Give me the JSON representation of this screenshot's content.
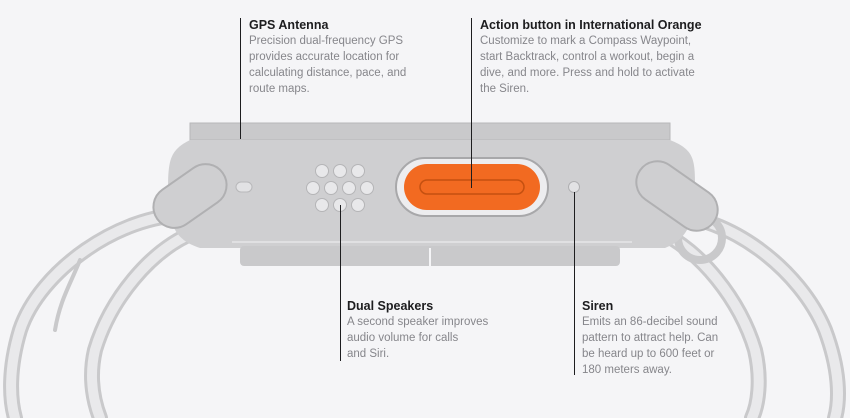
{
  "callouts": {
    "gps": {
      "title": "GPS Antenna",
      "lines": [
        "Precision dual-frequency GPS",
        "provides accurate location for",
        "calculating distance, pace, and",
        "route maps."
      ]
    },
    "action": {
      "title": "Action button in International Orange",
      "lines": [
        "Customize to mark a Compass Waypoint,",
        "start Backtrack, control a workout, begin a",
        "dive, and more. Press and hold to activate",
        "the Siren."
      ]
    },
    "speakers": {
      "title": "Dual Speakers",
      "lines": [
        "A second speaker improves",
        "audio volume for calls",
        "and Siri."
      ]
    },
    "siren": {
      "title": "Siren",
      "lines": [
        "Emits an 86-decibel sound",
        "pattern to attract help. Can",
        "be heard up to 600 feet or",
        "180 meters away."
      ]
    }
  },
  "colors": {
    "background": "#f5f5f7",
    "case": "#c9c9cb",
    "action_button": "#f26a21",
    "title_text": "#1d1d1f",
    "body_text": "#86868b"
  }
}
